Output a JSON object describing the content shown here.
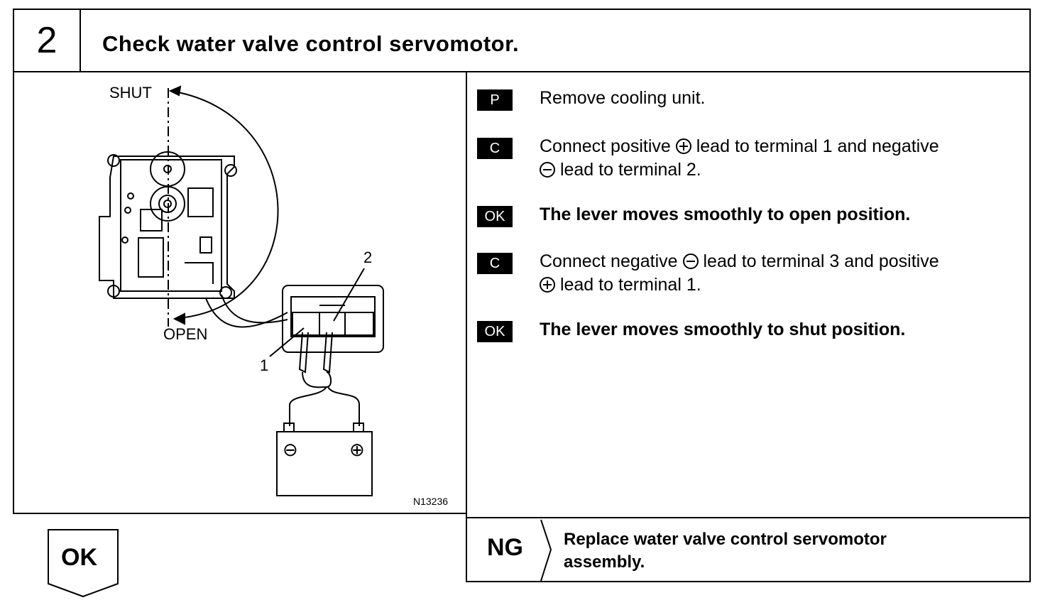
{
  "header": {
    "step_number": "2",
    "title": "Check water valve control servomotor."
  },
  "figure": {
    "label_shut": "SHUT",
    "label_open": "OPEN",
    "terminal_1": "1",
    "terminal_2": "2",
    "battery_negative": "⊖",
    "battery_positive": "⊕",
    "figure_id": "N13236"
  },
  "steps": [
    {
      "badge": "P",
      "text": "Remove cooling unit."
    },
    {
      "badge": "C",
      "text_a": "Connect positive",
      "text_b": " lead to terminal 1 and negative",
      "text_c": " lead to terminal 2."
    },
    {
      "badge": "OK",
      "text": "The lever moves smoothly to open position."
    },
    {
      "badge": "C",
      "text_a": "Connect negative",
      "text_b": " lead to terminal 3 and positive",
      "text_c": " lead to terminal 1."
    },
    {
      "badge": "OK",
      "text": "The lever moves smoothly to shut position."
    }
  ],
  "ok_result": {
    "label": "OK"
  },
  "ng_result": {
    "label": "NG",
    "text_line1": "Replace water valve control servomotor",
    "text_line2": "assembly."
  }
}
